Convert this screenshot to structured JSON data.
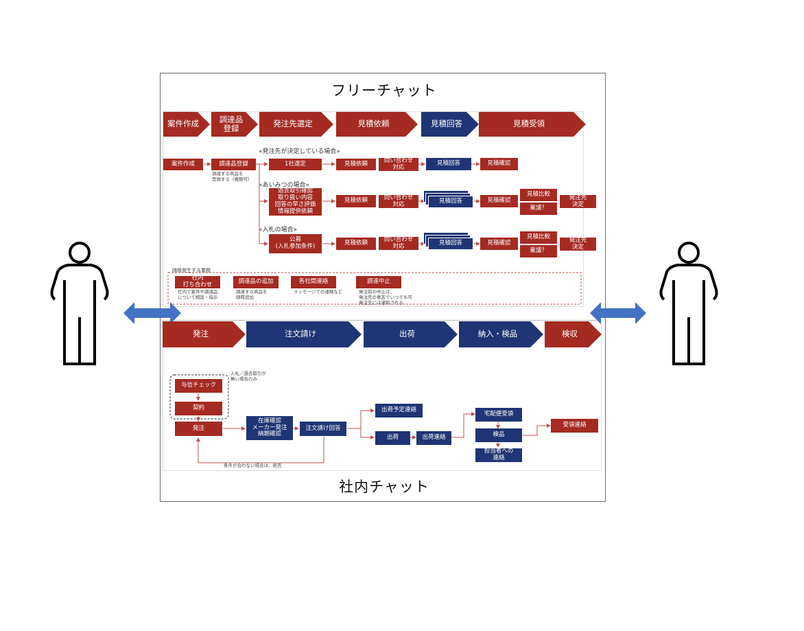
{
  "colors": {
    "red": "#a52a22",
    "blue": "#1f3575",
    "arrow": "#4472c4",
    "line": "#c0504d"
  },
  "titles": {
    "top": "フリーチャット",
    "bottom": "社内チャット"
  },
  "top_chevrons": [
    {
      "label": "案件作成",
      "color": "red"
    },
    {
      "label": "調達品\n登録",
      "color": "red"
    },
    {
      "label": "発注先選定",
      "color": "red"
    },
    {
      "label": "見積依頼",
      "color": "red"
    },
    {
      "label": "見積回答",
      "color": "blue"
    },
    {
      "label": "見積受領",
      "color": "red"
    }
  ],
  "cases": {
    "decided": "«発注先が決定している場合»",
    "aimitsu": "«あいみつの場合»",
    "bid": "«入札の場合»"
  },
  "flow1": {
    "create": "案件作成",
    "register": "調達品登録",
    "register_note": "調達する商品を\n登録する（複数可）",
    "select_one": "1社選定",
    "request": "見積依頼",
    "inquiry": "問い合わせ\n対応",
    "answer": "見積回答",
    "confirm": "見積確認"
  },
  "flow2": {
    "check": "過去取引確認\n取り扱い内容\n回答の早さ評価\n情報提供依頼",
    "request": "見積依頼",
    "inquiry": "問い合わせ\n対応",
    "answer": "見積回答",
    "confirm": "見積確認",
    "compare": "見積比較",
    "approval": "稟議？",
    "decide": "発注先\n決定"
  },
  "flow3": {
    "public": "公募\n(入札参加条件)",
    "request": "見積依頼",
    "inquiry": "問い合わせ\n対応",
    "answer": "見積回答",
    "confirm": "見積確認",
    "compare": "見積比較",
    "approval": "稟議？",
    "decide": "発注先\n決定"
  },
  "adhoc": {
    "heading": "随時発生する業務",
    "items": [
      {
        "label": "社内\n打ち合わせ",
        "note": "社内で案件や調達品\nについて相談・指示"
      },
      {
        "label": "調達品の追加",
        "note": "調達する商品を\n随時追加"
      },
      {
        "label": "各社間連絡",
        "note": "メッセージでの連絡など"
      },
      {
        "label": "調達中止",
        "note": "発注前の中止は、\n発注先の意志でいつでも可\n発注先には通知される"
      }
    ]
  },
  "bottom_chevrons": [
    {
      "label": "発注",
      "color": "red"
    },
    {
      "label": "注文請け",
      "color": "blue"
    },
    {
      "label": "出荷",
      "color": "blue"
    },
    {
      "label": "納入・検品",
      "color": "blue"
    },
    {
      "label": "検収",
      "color": "red"
    }
  ],
  "order_flow": {
    "credit_check": "与信チェック",
    "contract": "契約",
    "condition_note": "入札／過去取引が\n無い場合のみ",
    "order": "発注",
    "stock_check": "在庫確認\nメーカー発注\n納期確認",
    "accept_reply": "注文請け回答",
    "reject_note": "条件が合わない場合は、拒否",
    "ship_plan": "出荷予定連絡",
    "ship": "出荷",
    "ship_notice": "出荷連絡",
    "delivery_receive": "宅配便受領",
    "inspect": "検品",
    "notify_person": "担当者への\n連絡",
    "receipt_notice": "受領連絡"
  },
  "icons": {
    "left_person": "person-icon",
    "right_person": "person-icon",
    "left_arrow": "double-arrow-icon",
    "right_arrow": "double-arrow-icon"
  }
}
